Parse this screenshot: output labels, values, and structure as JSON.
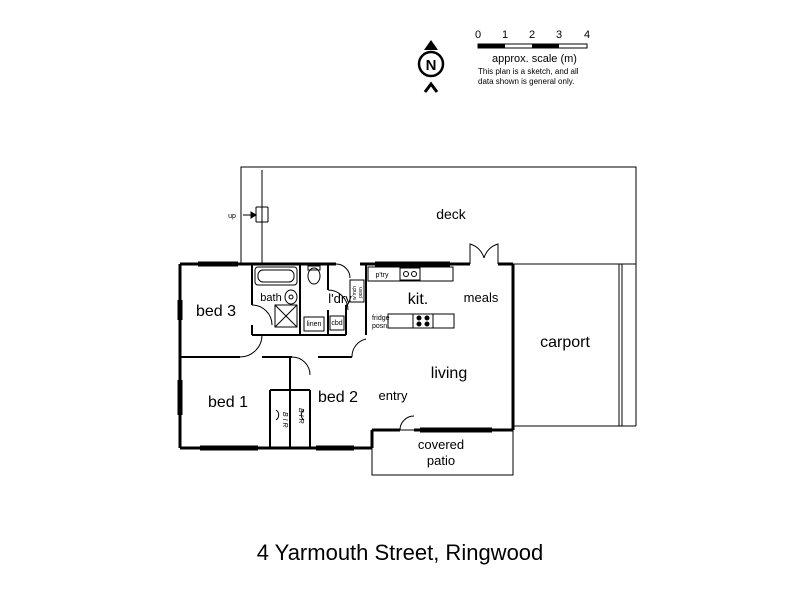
{
  "compass": {
    "letter": "N"
  },
  "scale": {
    "ticks": [
      "0",
      "1",
      "2",
      "3",
      "4"
    ],
    "caption": "approx. scale (m)",
    "note_line1": "This plan is a sketch, and all",
    "note_line2": "data shown is general only."
  },
  "rooms": {
    "deck": "deck",
    "carport": "carport",
    "bed3": "bed 3",
    "bath": "bath",
    "laundry": "l'dry",
    "kitchen": "kit.",
    "meals": "meals",
    "living": "living",
    "bed1": "bed 1",
    "bed2": "bed 2",
    "entry": "entry",
    "covered_patio_line1": "covered",
    "covered_patio_line2": "patio"
  },
  "fixtures": {
    "up": "up",
    "linen": "linen",
    "cbd": "cbd",
    "pantry": "p'try",
    "fridge_line1": "fridge",
    "fridge_line2": "posn.",
    "washer_line1": "w'mch",
    "washer_line2": "posn",
    "bir": "B I R"
  },
  "address": "4 Yarmouth Street, Ringwood"
}
